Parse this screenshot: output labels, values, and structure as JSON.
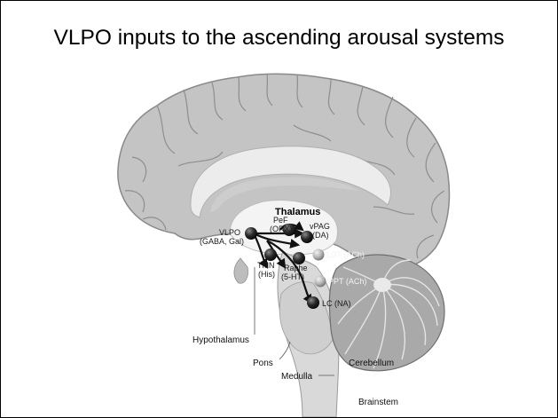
{
  "title": "VLPO inputs to the ascending arousal systems",
  "colors": {
    "cortex": "#c4c4c4",
    "cortex_edge": "#8a8a8a",
    "corpus_callosum": "#ececec",
    "brainstem": "#d9d9d9",
    "cerebellum": "#a9a9a9",
    "node": "#1c1c1c",
    "node_light": "#9a9a9a"
  },
  "labels": {
    "thalamus": "Thalamus",
    "pef": "PeF",
    "pef_sub": "(ORX)",
    "vpag": "vPAG",
    "vpag_sub": "(DA)",
    "vlpo": "VLPO",
    "vlpo_sub": "(GABA, Gal)",
    "ldt": "LDT (ACh)",
    "tmn": "TMN",
    "tmn_sub": "(His)",
    "raphe": "Raphe",
    "raphe_sub": "(5-HT)",
    "ppt": "PPT (ACh)",
    "lc": "LC (NA)",
    "hypothalamus": "Hypothalamus",
    "pons": "Pons",
    "cerebellum": "Cerebellum",
    "medulla": "Medulla",
    "brainstem": "Brainstem"
  }
}
